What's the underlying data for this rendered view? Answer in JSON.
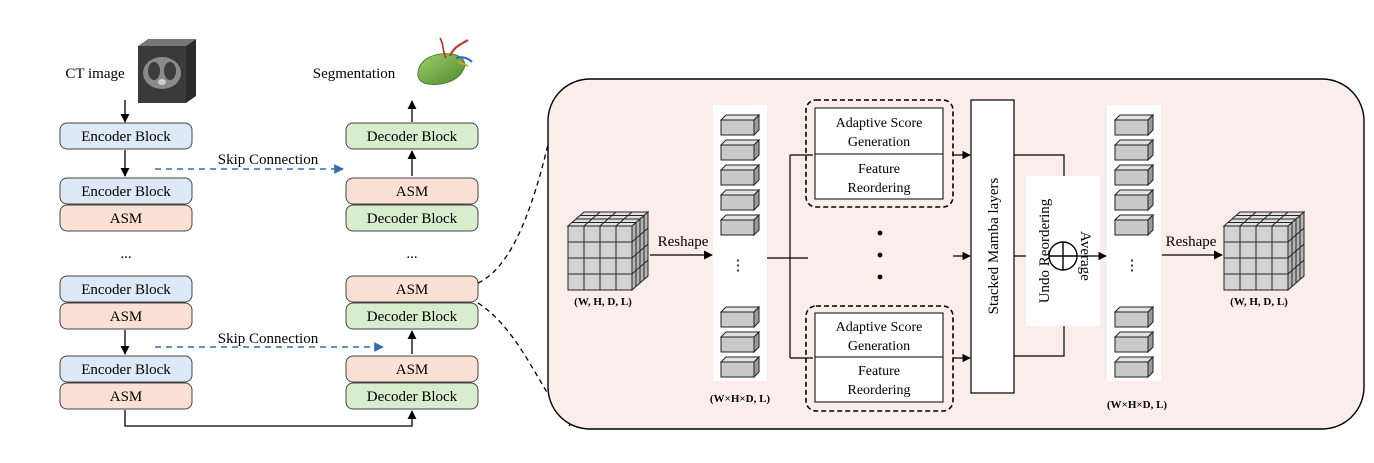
{
  "left": {
    "ct_label": "CT image",
    "seg_label": "Segmentation",
    "encoder_label": "Encoder Block",
    "decoder_label": "Decoder Block",
    "asm_label": "ASM",
    "skip_label": "Skip Connection",
    "ellipsis": "..."
  },
  "detail": {
    "reshape_label": "Reshape",
    "input_dims": "(W, H, D, L)",
    "seq_dims": "(W×H×D, L)",
    "output_dims": "(W, H, D, L)",
    "asg_line1": "Adaptive Score",
    "asg_line2": "Generation",
    "fr_line1": "Feature",
    "fr_line2": "Reordering",
    "mamba_label": "Stacked Mamba layers",
    "undo_label": "Undo Reordering",
    "average_label": "Average",
    "vdots": "⋮"
  },
  "colors": {
    "encoder": "#dde9f6",
    "asm": "#fae1d4",
    "decoder": "#d8edcd",
    "panel": "#fbeeea",
    "skip_arrow": "#2e6fb0"
  }
}
